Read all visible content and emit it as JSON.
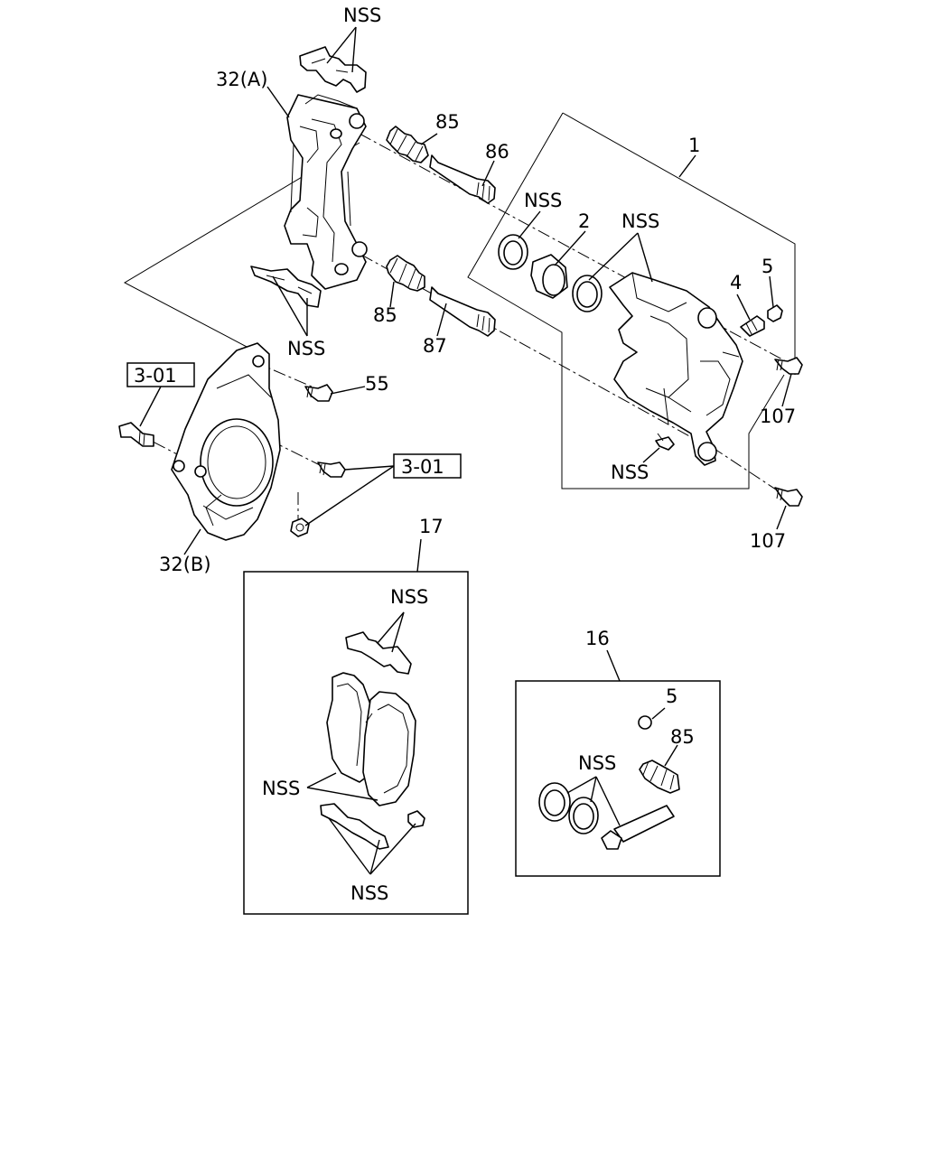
{
  "labels": {
    "nss_top": "NSS",
    "part_32a": "32(A)",
    "part_85_upper": "85",
    "part_86": "86",
    "part_1": "1",
    "nss_seal": "NSS",
    "part_2": "2",
    "nss_ring": "NSS",
    "part_5": "5",
    "part_4": "4",
    "part_85_lower": "85",
    "nss_lower_clip": "NSS",
    "part_87": "87",
    "ref_3_01_left": "3-01",
    "part_55": "55",
    "part_107_upper": "107",
    "nss_bracket": "NSS",
    "ref_3_01_right": "3-01",
    "part_107_lower": "107",
    "part_32b": "32(B)",
    "part_17": "17",
    "nss_pad_clip": "NSS",
    "nss_pads": "NSS",
    "nss_pad_shims": "NSS",
    "part_16": "16",
    "kit_5": "5",
    "kit_85": "85",
    "kit_nss": "NSS"
  }
}
